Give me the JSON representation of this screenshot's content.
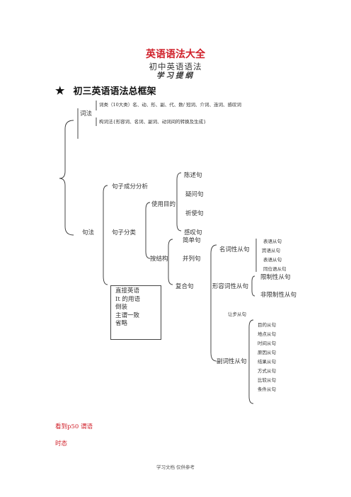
{
  "title": "英语语法大全",
  "subtitle1": "初中英语语法",
  "subtitle2": "学习提纲",
  "heading": {
    "star": "★",
    "text": "初三英语语法总框架"
  },
  "tree": {
    "cifa": "词法",
    "cilei": "词类（10大类）名、动、形、副、代、数/ 冠词、介词、连词、感叹词",
    "goucifa": "构词法{形容词、名词、副词、动词间的转换及生成}",
    "jufa": "句法",
    "juzi_chengfen": "句子成分分析",
    "juzi_fenlei": "句子分类",
    "shiyong_mudi": "使用目的",
    "purpose_items": [
      "陈述句",
      "疑问句",
      "祈使句",
      "感叹句"
    ],
    "an_jiegou": "按结构",
    "structure_items": [
      "简单句",
      "并列句",
      "复合句"
    ],
    "box_items": [
      "直接英语",
      "It 的用语",
      "倒装",
      "主谓一致",
      "省略"
    ],
    "mingci_congju": "名词性从句",
    "noun_clauses": [
      "表语从句",
      "宾语从句",
      "表语从句",
      "同位语从句"
    ],
    "xingrong_congju": "形容词性从句",
    "adj_clauses": [
      "限制性从句",
      "非限制性从句"
    ],
    "rangbu_congju": "让步从句",
    "fuci_congju": "副词性从句",
    "adv_clauses": [
      "目的从句",
      "地点从句",
      "时间从句",
      "原因从句",
      "结果从句",
      "方式从句",
      "比较从句",
      "条件从句"
    ]
  },
  "links": {
    "see_p50": "看到p50 谓语",
    "tense": "时态"
  },
  "footer": "学习文档 仅供参考",
  "colors": {
    "title": "#d0202a",
    "link": "#d0202a",
    "line": "#333333"
  }
}
